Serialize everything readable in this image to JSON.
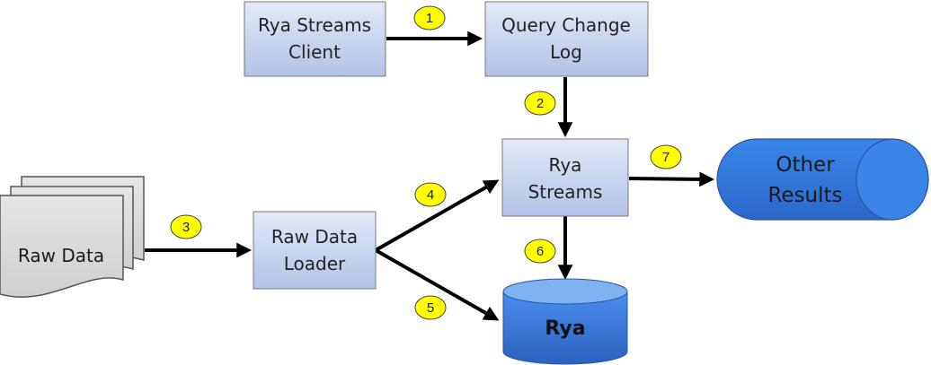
{
  "nodes": {
    "rya_streams_client": {
      "line1": "Rya Streams",
      "line2": "Client"
    },
    "query_change_log": {
      "line1": "Query Change",
      "line2": "Log"
    },
    "rya_streams": {
      "line1": "Rya",
      "line2": "Streams"
    },
    "raw_data_loader": {
      "line1": "Raw Data",
      "line2": "Loader"
    },
    "raw_data": {
      "label": "Raw Data"
    },
    "rya": {
      "label": "Rya"
    },
    "other_results": {
      "line1": "Other",
      "line2": "Results"
    }
  },
  "steps": [
    "1",
    "2",
    "3",
    "4",
    "5",
    "6",
    "7"
  ],
  "colors": {
    "box_fill_top": "#dfe6f5",
    "box_fill_bottom": "#b4c3e8",
    "box_stroke": "#7a7a7a",
    "arrow": "#000000",
    "badge_fill": "#ffff00",
    "badge_stroke": "#444444",
    "cylinder_blue": "#3b7be0",
    "cylinder_dark": "#2b5cb0",
    "rya_top": "#7ab0ef",
    "document_fill": "#dcdcdc"
  }
}
